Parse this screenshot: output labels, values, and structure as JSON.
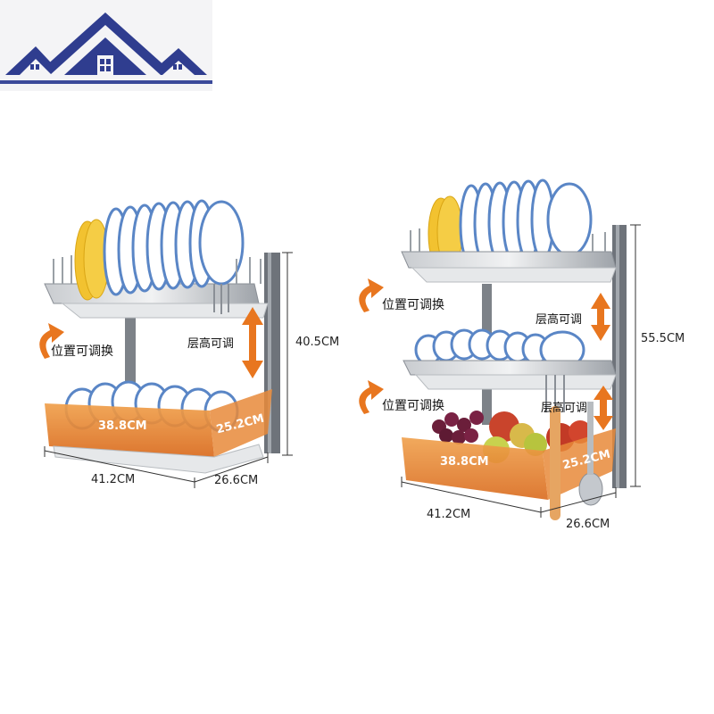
{
  "labels": {
    "left_height": "40.5CM",
    "left_width": "41.2CM",
    "left_depth": "26.6CM",
    "left_inner_width": "38.8CM",
    "left_inner_depth": "25.2CM",
    "left_note_position": "位置可调换",
    "left_note_layer": "层高可调",
    "right_height": "55.5CM",
    "right_width": "41.2CM",
    "right_depth": "26.6CM",
    "right_inner_width": "38.8CM",
    "right_inner_depth": "25.2CM",
    "right_note_position_top": "位置可调换",
    "right_note_position_bottom": "位置可调换",
    "right_note_layer": "层高可调"
  },
  "colors": {
    "brand": "#3b4a9a",
    "accent": "#e8761f",
    "steel": "#8a8f96",
    "plate_blue": "#5a86c6",
    "plate_yellow": "#f2c230",
    "basket_orange": "#e88a3a"
  }
}
